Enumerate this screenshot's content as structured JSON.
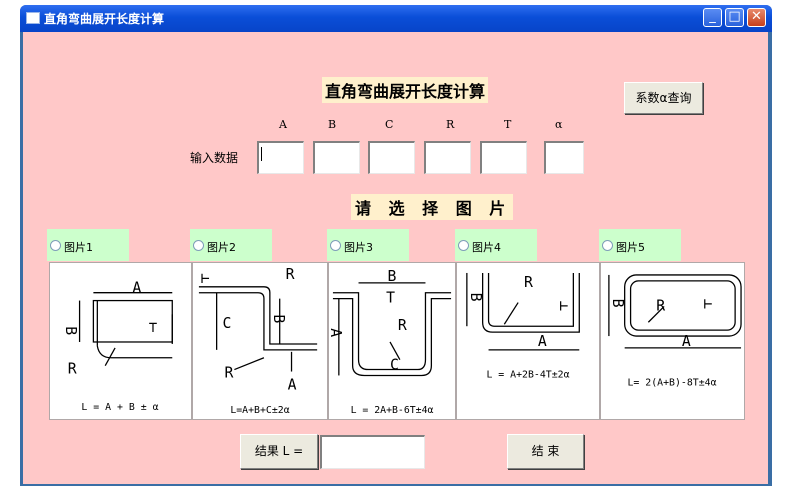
{
  "window": {
    "title": "直角弯曲展开长度计算"
  },
  "main_title": "直角弯曲展开长度计算",
  "coef_button": "系数α查询",
  "input_label": "输入数据",
  "params": [
    "A",
    "B",
    "C",
    "R",
    "T",
    "α"
  ],
  "inputs": [
    "",
    "",
    "",
    "",
    "",
    ""
  ],
  "select_title": "请 选 择 图 片",
  "options": [
    {
      "label": "图片1",
      "formula": "L = A + B ± α"
    },
    {
      "label": "图片2",
      "formula": "L=A+B+C±2α"
    },
    {
      "label": "图片3",
      "formula": "L = 2A+B-6T±4α"
    },
    {
      "label": "图片4",
      "formula": "L = A+2B-4T±2α"
    },
    {
      "label": "图片5",
      "formula": "L= 2(A+B)-8T±4α"
    }
  ],
  "result_label": "结果  L =",
  "result_value": "",
  "end_button": "结  束"
}
